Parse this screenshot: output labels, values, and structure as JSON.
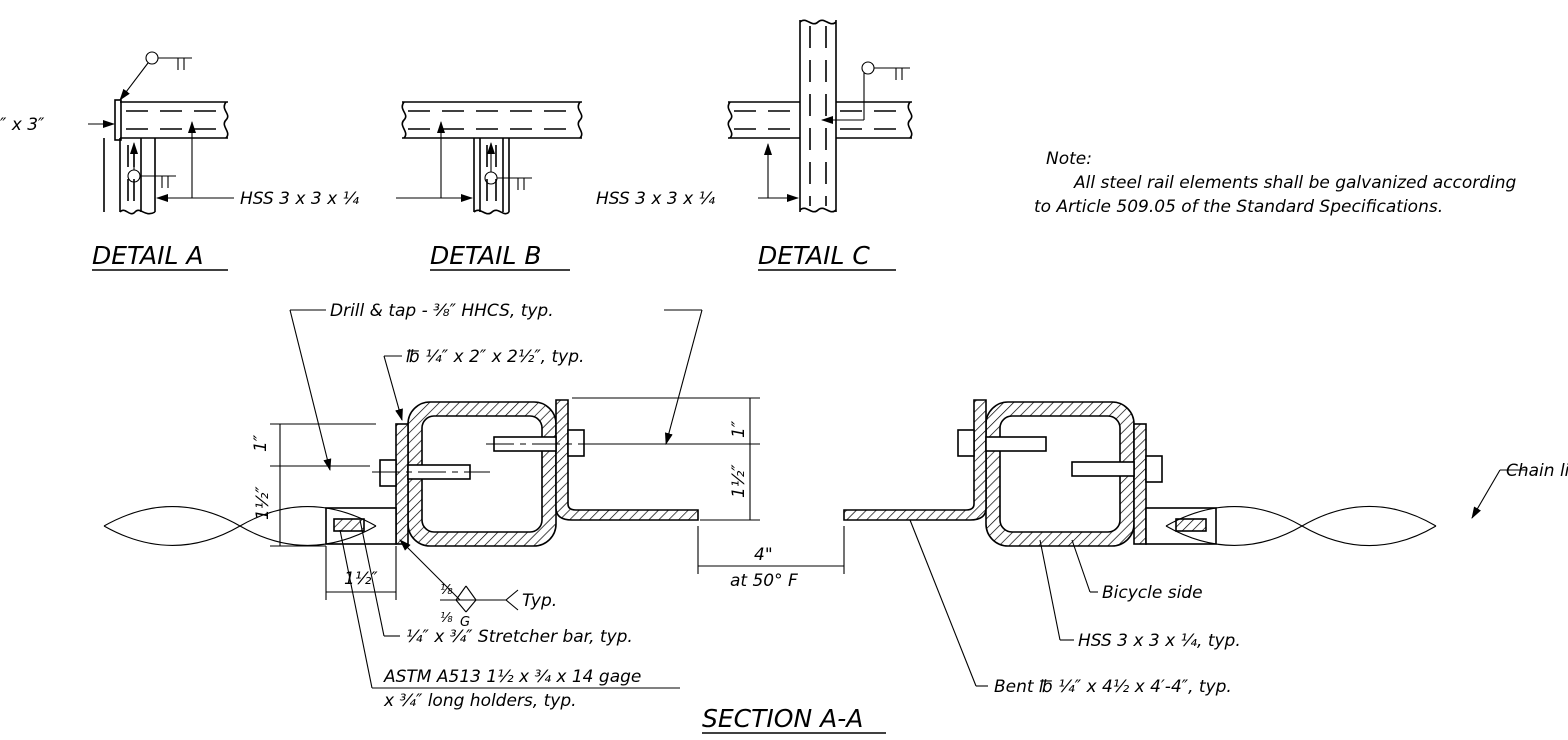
{
  "note": {
    "heading": "Note:",
    "line1": "All steel rail elements shall be galvanized according",
    "line2": "to Article 509.05 of the Standard Specifications."
  },
  "details": {
    "a_title": "DETAIL  A",
    "b_title": "DETAIL  B",
    "c_title": "DETAIL  C",
    "a_plate": "″ x 3″",
    "hss_label_ab": "HSS 3 x 3 x ¼",
    "hss_label_c": "HSS 3 x 3 x ¼"
  },
  "section": {
    "title": "SECTION  A-A",
    "drill_tap": "Drill & tap - ⅜″ HHCS, typ.",
    "plate": "℔ ¼″ x 2″ x 2½″, typ.",
    "dim_1in_left": "1″",
    "dim_1half_left": "1½″",
    "dim_1in_right": "1″",
    "dim_1half_right": "1½″",
    "dim_1half_bottom": "1½″",
    "weld_top": "⅛",
    "weld_bottom": "⅛",
    "weld_g": "G",
    "weld_typ": "Typ.",
    "stretcher_bar": "¼″ x ¾″ Stretcher bar, typ.",
    "astm_line1": "ASTM A513 1½ x ¾ x 14 gage",
    "astm_line2": "x ¾″ long holders, typ.",
    "gap_dim": "4\"",
    "gap_temp": "at 50° F",
    "chain_link": "Chain link fabric",
    "bicycle_side": "Bicycle side",
    "hss_typ": "HSS 3 x 3 x ¼, typ.",
    "bent_plate": "Bent ℔ ¼″ x  4½ x 4′-4″, typ."
  }
}
